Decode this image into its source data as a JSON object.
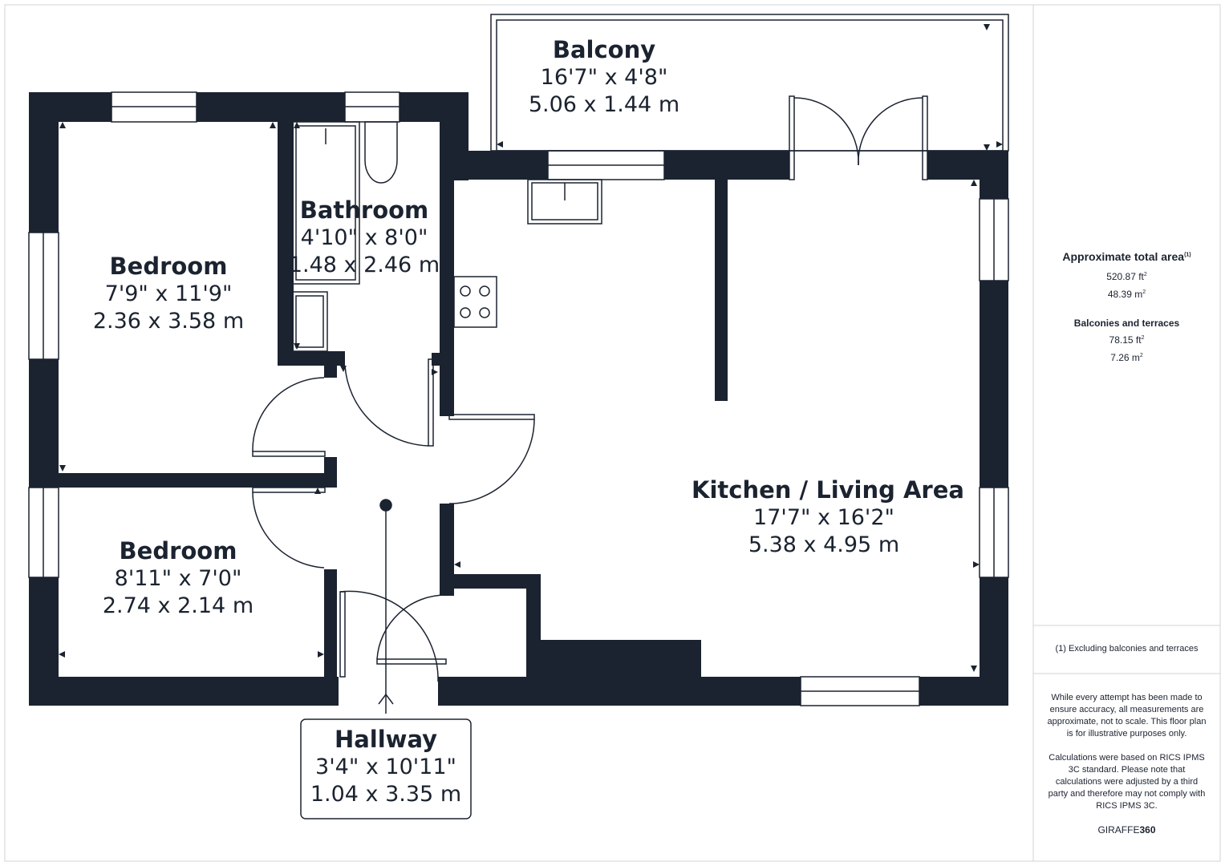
{
  "rooms": {
    "balcony": {
      "name": "Balcony",
      "dim_imperial": "16'7\" x 4'8\"",
      "dim_metric": "5.06 x 1.44 m"
    },
    "bathroom": {
      "name": "Bathroom",
      "dim_imperial": "4'10\" x 8'0\"",
      "dim_metric": "1.48 x 2.46 m"
    },
    "bedroom_1": {
      "name": "Bedroom",
      "dim_imperial": "7'9\" x 11'9\"",
      "dim_metric": "2.36 x 3.58 m"
    },
    "bedroom_2": {
      "name": "Bedroom",
      "dim_imperial": "8'11\" x 7'0\"",
      "dim_metric": "2.74 x 2.14 m"
    },
    "kitchen_living": {
      "name": "Kitchen / Living Area",
      "dim_imperial": "17'7\" x 16'2\"",
      "dim_metric": "5.38 x 4.95 m"
    },
    "hallway": {
      "name": "Hallway",
      "dim_imperial": "3'4\" x 10'11\"",
      "dim_metric": "1.04 x 3.35 m"
    }
  },
  "summary": {
    "total_title": "Approximate total area",
    "total_note_mark": "(1)",
    "total_ft": "520.87 ft",
    "total_m": "48.39 m",
    "sq_mark": "2",
    "balconies_title": "Balconies and terraces",
    "balconies_ft": "78.15 ft",
    "balconies_m": "7.26 m",
    "footnote": "(1) Excluding balconies and terraces",
    "disclaimer_1": "While every attempt has been made to ensure accuracy, all measurements are approximate, not to scale. This floor plan is for illustrative purposes only.",
    "disclaimer_2": "Calculations were based on RICS IPMS 3C standard. Please note that calculations were adjusted by a third party and therefore may not comply with RICS IPMS 3C.",
    "brand_a": "GIRAFFE",
    "brand_b": "360"
  },
  "colors": {
    "wall": "#1b2330",
    "background": "#ffffff",
    "border": "#c8ccd0"
  }
}
